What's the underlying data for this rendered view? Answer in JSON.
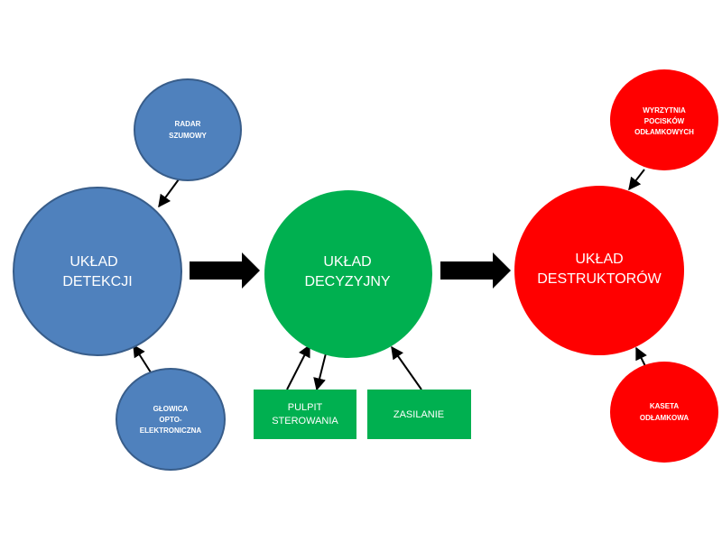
{
  "colors": {
    "blue": "#4f81bd",
    "blue_stroke": "#385d8a",
    "green": "#00b050",
    "red": "#ff0000",
    "arrow": "#000000",
    "text": "#ffffff"
  },
  "nodes": {
    "detection": {
      "line1": "UKŁAD",
      "line2": "DETEKCJI"
    },
    "decision": {
      "line1": "UKŁAD",
      "line2": "DECYZYJNY"
    },
    "destructors": {
      "line1": "UKŁAD",
      "line2": "DESTRUKTORÓW"
    },
    "radar": {
      "line1": "RADAR",
      "line2": "SZUMOWY"
    },
    "head": {
      "line1": "GŁOWICA",
      "line2": "OPTO-",
      "line3": "ELEKTRONICZNA"
    },
    "launcher": {
      "line1": "WYRZYTNIA",
      "line2": "POCISKÓW",
      "line3": "ODŁAMKOWYCH"
    },
    "cassette": {
      "line1": "KASETA",
      "line2": "ODŁAMKOWA"
    },
    "control_panel": {
      "line1": "PULPIT",
      "line2": "STEROWANIA"
    },
    "power": {
      "line1": "ZASILANIE"
    }
  }
}
